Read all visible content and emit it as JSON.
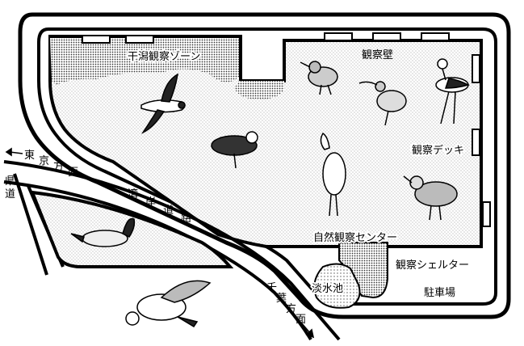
{
  "labels": {
    "tidal_flat_zone": "干潟観察ゾーン",
    "observation_wall": "観察壁",
    "observation_deck": "観察デッキ",
    "nature_center": "自然観察センター",
    "observation_shelter": "観察シェルター",
    "freshwater_pond": "淡水池",
    "parking": "駐車場"
  },
  "roads": {
    "to_tokyo": "東京方面",
    "prefectural_road": "県道",
    "bayshore_road": "湾岸道路",
    "to_chiba": "千葉方面"
  },
  "birds": [
    "gull-flying",
    "plover",
    "sandpiper",
    "curlew",
    "stilt",
    "egret",
    "dunlin",
    "pintail-duck",
    "gull-landing"
  ],
  "colors": {
    "ink": "#000000",
    "paper": "#ffffff",
    "stipple": "#9a9a9a"
  }
}
